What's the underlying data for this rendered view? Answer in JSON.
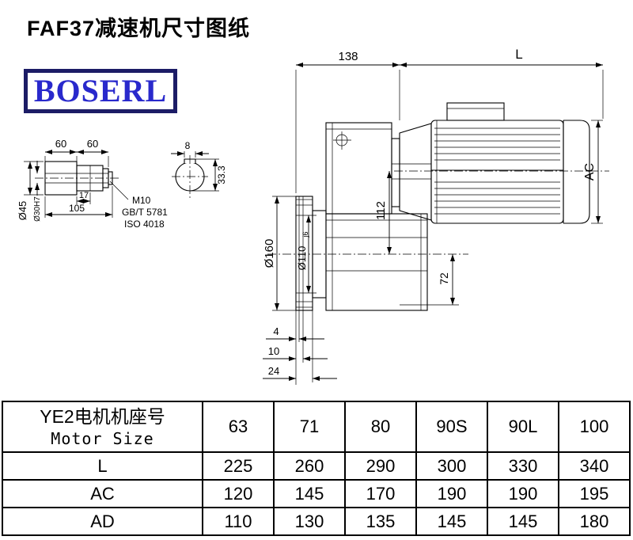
{
  "page": {
    "title": "FAF37减速机尺寸图纸",
    "brand": "BOSERL"
  },
  "colors": {
    "brand_text": "#2929cc",
    "brand_border": "#1c1c66",
    "line": "#000000"
  },
  "drawing": {
    "dim_138": "138",
    "dim_L": "L",
    "dim_AC": "AC",
    "dim_112": "112",
    "dim_72": "72",
    "dim_flange_od": "Ø160",
    "dim_spigot": "Ø110",
    "dim_spigot_tol": "j6",
    "dim_4": "4",
    "dim_10": "10",
    "dim_24": "24",
    "dim_60a": "60",
    "dim_60b": "60",
    "dim_key_width": "8",
    "dim_shaft_od": "Ø45",
    "dim_bore": "Ø30H7",
    "dim_17": "17",
    "dim_105": "105",
    "thread_spec": "M10",
    "standard_1": "GB/T 5781",
    "standard_2": "ISO 4018",
    "dim_key_depth": "33.3"
  },
  "table": {
    "header": {
      "line1": "YE2电机机座号",
      "line2": "Motor Size"
    },
    "sizes": [
      "63",
      "71",
      "80",
      "90S",
      "90L",
      "100"
    ],
    "rows": [
      {
        "label": "L",
        "values": [
          "225",
          "260",
          "290",
          "300",
          "330",
          "340"
        ]
      },
      {
        "label": "AC",
        "values": [
          "120",
          "145",
          "170",
          "190",
          "190",
          "195"
        ]
      },
      {
        "label": "AD",
        "values": [
          "110",
          "130",
          "135",
          "145",
          "145",
          "180"
        ]
      }
    ]
  }
}
